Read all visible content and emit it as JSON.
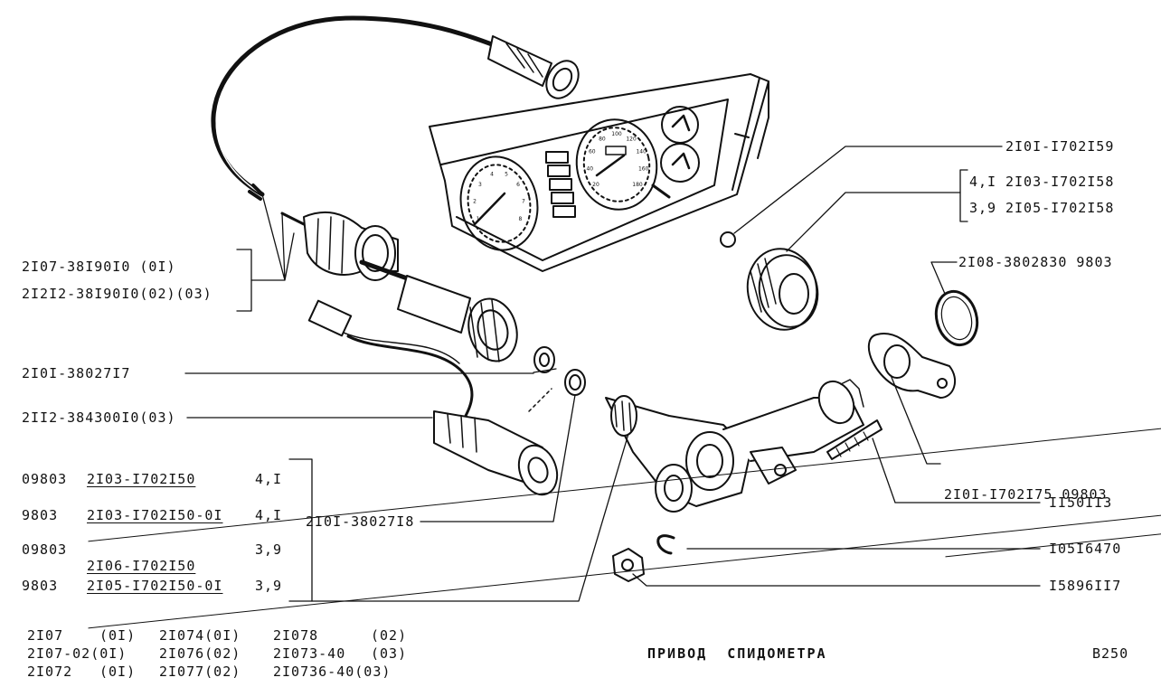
{
  "cable_callouts": [
    "2I07-38I90I0 (0I)",
    "2I2I2-38I90I0(02)(03)"
  ],
  "left_callouts": {
    "washer": "2I0I-38027I7",
    "sensor": "2II2-384300I0(03)",
    "bushing": "2I0I-38027I8"
  },
  "drive_table": [
    {
      "code": "09803",
      "part": "2I03-I702I50",
      "ratio": "4,I",
      "struck": true
    },
    {
      "code": "9803",
      "part": "2I03-I702I50-0I",
      "ratio": "4,I",
      "struck": false
    },
    {
      "code": "09803",
      "part": "2I06-I702I50",
      "ratio": "3,9",
      "struck": true
    },
    {
      "code": "9803",
      "part": "2I05-I702I50-0I",
      "ratio": "3,9",
      "struck": false
    }
  ],
  "right_callouts": {
    "plug": "2I0I-I702I59",
    "gear_158_ratio_a": "4,I",
    "gear_158_part_a": "2I03-I702I58",
    "gear_158_ratio_b": "3,9",
    "gear_158_part_b": "2I05-I702I58",
    "oring": "2I08-3802830 9803",
    "gasket": "2I0I-I702I75 09803",
    "stud": "II50II3",
    "circlip": "I05I6470",
    "nut": "I5896II7"
  },
  "models": [
    [
      "2I07",
      "(0I)",
      "2I074(0I)",
      "2I078",
      "(02)"
    ],
    [
      "2I07-02(0I)",
      "",
      "2I076(02)",
      "2I073-40",
      "(03)"
    ],
    [
      "2I072",
      "(0I)",
      "2I077(02)",
      "2I0736-40(03)",
      ""
    ]
  ],
  "title": "ПРИВОД  СПИДОМЕТРА",
  "page_code": "B250",
  "panel_speeds": [
    "20",
    "40",
    "60",
    "80",
    "100",
    "120",
    "140",
    "160",
    "180"
  ],
  "panel_tach": [
    "1",
    "2",
    "3",
    "4",
    "5",
    "6",
    "7",
    "8"
  ],
  "ink_color": "#111111"
}
